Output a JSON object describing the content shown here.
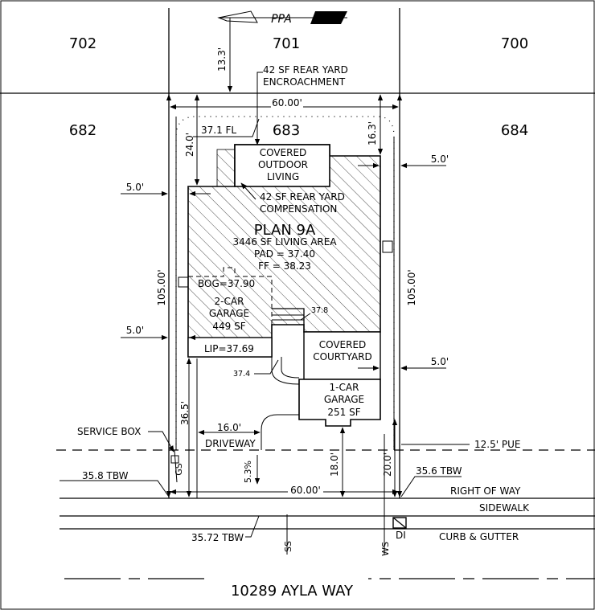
{
  "lots": {
    "top_left": "702",
    "top_center": "701",
    "top_right": "700",
    "mid_left": "682",
    "subject": "683",
    "mid_right": "684"
  },
  "north_mark": "PPA",
  "plan": {
    "name": "PLAN 9A",
    "living_area": "3446 SF LIVING AREA",
    "pad": "PAD = 37.40",
    "ff": "FF = 38.23"
  },
  "rooms": {
    "covered_outdoor": [
      "COVERED",
      "OUTDOOR",
      "LIVING"
    ],
    "garage2": [
      "2-CAR",
      "GARAGE",
      "449 SF"
    ],
    "courtyard": [
      "COVERED",
      "COURTYARD"
    ],
    "garage1": [
      "1-CAR",
      "GARAGE",
      "251 SF"
    ]
  },
  "notes": {
    "rear_encroach": [
      "42 SF REAR YARD",
      "ENCROACHMENT"
    ],
    "rear_comp": [
      "42 SF REAR YARD",
      "COMPENSATION"
    ],
    "service_box": "SERVICE BOX",
    "pue": "12.5' PUE",
    "right_of_way": "RIGHT OF WAY",
    "sidewalk": "SIDEWALK",
    "curb": "CURB & GUTTER",
    "driveway": "DRIVEWAY",
    "street": "10289 AYLA WAY"
  },
  "elevations": {
    "fl": "37.1 FL",
    "bog": "BOG=37.90",
    "lip": "LIP=37.69",
    "e378": "37.8",
    "e374": "37.4",
    "tbw_left": "35.8 TBW",
    "tbw_right": "35.6 TBW",
    "tbw_bottom": "35.72 TBW",
    "slope": "5.3%"
  },
  "dims": {
    "rear_depth": "13.3'",
    "width_top": "60.00'",
    "width_bottom": "60.00'",
    "rear_setback_left": "24.0'",
    "rear_setback_right": "16.3'",
    "side_left_upper": "5.0'",
    "side_left_lower": "5.0'",
    "side_right_upper": "5.0'",
    "side_right_lower": "5.0'",
    "depth_left": "105.00'",
    "depth_right": "105.00'",
    "garage_setback": "36.5'",
    "driveway_width": "16.0'",
    "setback_18": "18.0'",
    "setback_20": "20.0'"
  },
  "utilities": {
    "gs": "GS",
    "ss": "SS",
    "ws": "WS",
    "di": "DI"
  }
}
